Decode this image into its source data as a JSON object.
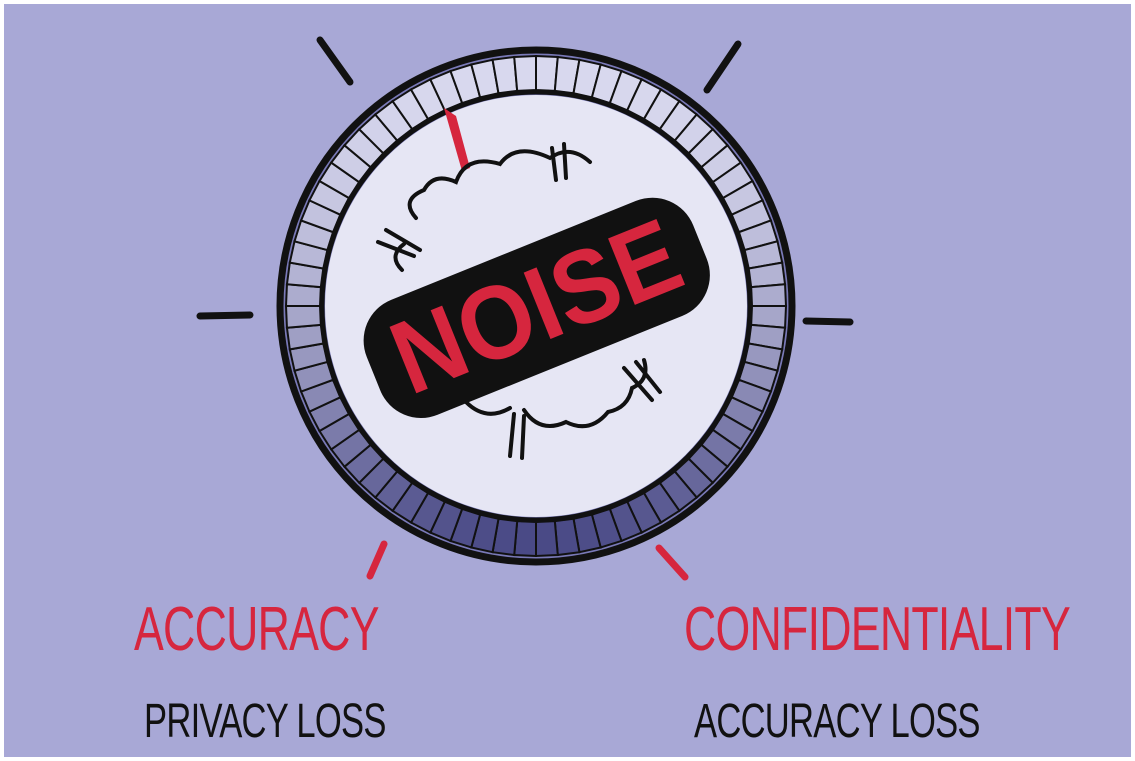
{
  "dial": {
    "center_text": "NOISE",
    "colors": {
      "background": "#a8a8d6",
      "text_red": "#d6263e",
      "ink": "#111111",
      "face": "#e6e6f4",
      "ring_light": "#d8d8ee",
      "ring_dark": "#4a4a86"
    }
  },
  "left": {
    "title": "ACCURACY",
    "subtitle": "PRIVACY LOSS"
  },
  "right": {
    "title": "CONFIDENTIALITY",
    "subtitle": "ACCURACY LOSS"
  }
}
